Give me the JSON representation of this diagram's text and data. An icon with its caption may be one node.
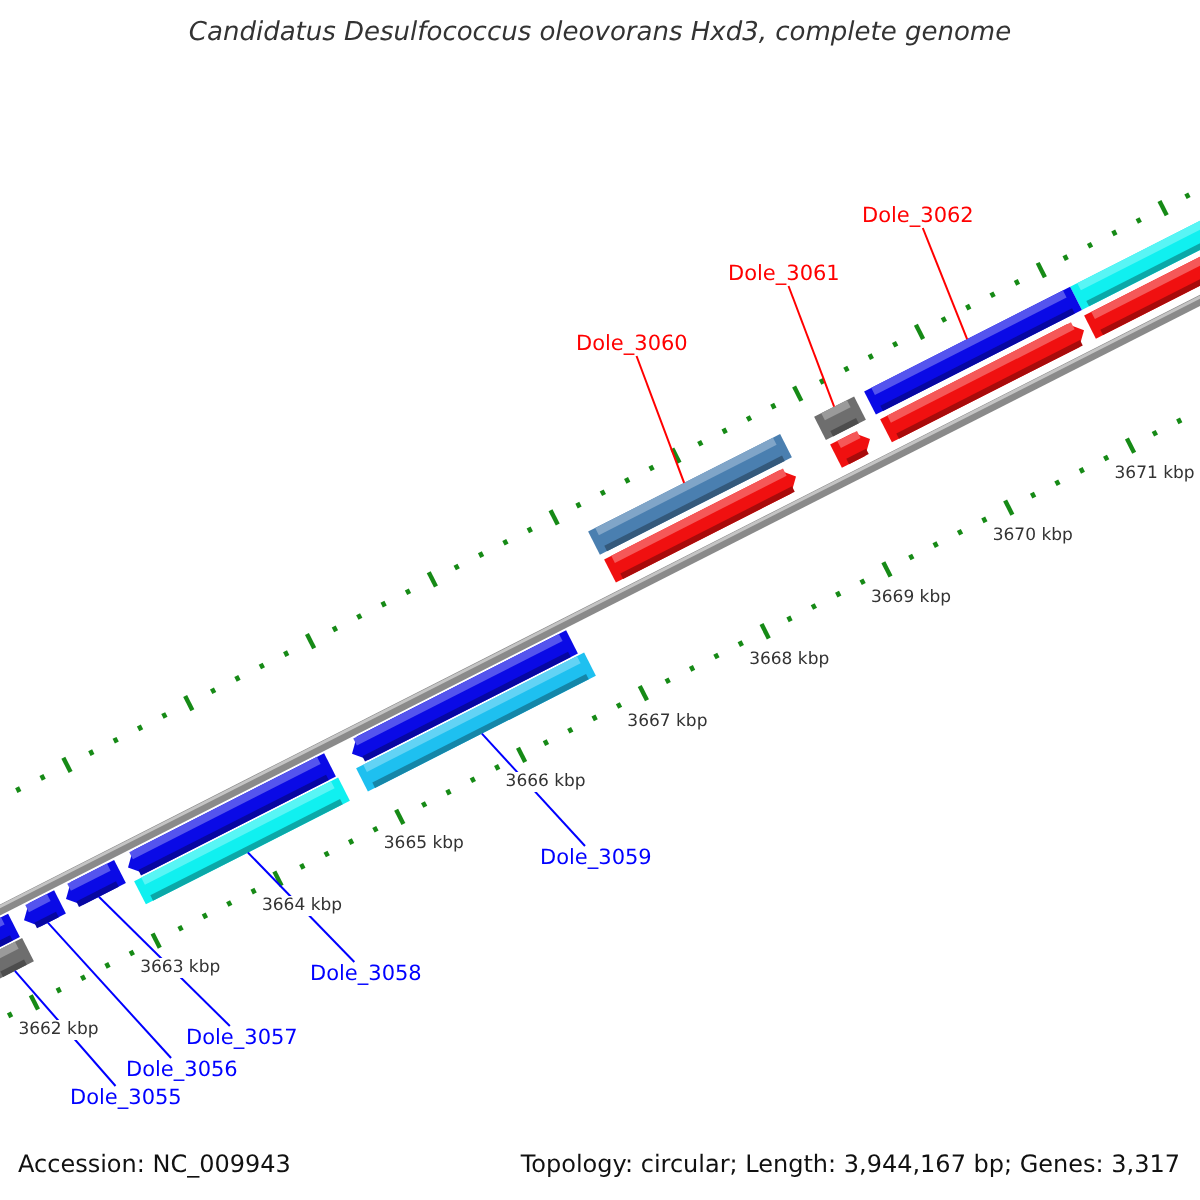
{
  "diagram": {
    "title": "Candidatus Desulfococcus oleovorans Hxd3, complete genome",
    "nodes": [
      {
        "text": [
          "Dole_3055"
        ]
      },
      {
        "text": [
          "Dole_3056"
        ]
      },
      {
        "text": [
          "Dole_3057"
        ]
      },
      {
        "text": [
          "Dole_3058"
        ]
      },
      {
        "text": [
          "Dole_3059"
        ]
      },
      {
        "text": [
          "Dole_3060"
        ]
      },
      {
        "text": [
          "Dole_3061"
        ]
      },
      {
        "text": [
          "Dole_3062"
        ]
      },
      {
        "text": [],
        "shape": "bar"
      },
      {
        "text": [],
        "shape": "bar"
      },
      {
        "text": [],
        "shape": "bar"
      },
      {
        "text": [],
        "shape": "bar"
      },
      {
        "text": [],
        "shape": "bar"
      },
      {
        "text": [],
        "shape": "bar"
      },
      {
        "text": [],
        "shape": "bar"
      },
      {
        "text": [],
        "shape": "bar"
      }
    ],
    "edges": [
      {
        "from": 0,
        "to": 8,
        "arrow": "none"
      },
      {
        "from": 1,
        "to": 9,
        "arrow": "none"
      },
      {
        "from": 2,
        "to": 10,
        "arrow": "none"
      },
      {
        "from": 3,
        "to": 11,
        "arrow": "none"
      },
      {
        "from": 4,
        "to": 12,
        "arrow": "none"
      },
      {
        "from": 5,
        "to": 13,
        "arrow": "none",
        "color": "#ff0000"
      },
      {
        "from": 6,
        "to": 14,
        "arrow": "none",
        "color": "#ff0000"
      },
      {
        "from": 7,
        "to": 15,
        "arrow": "none",
        "color": "#ff0000"
      }
    ],
    "labels": [
      "3662 kbp",
      "3663 kbp",
      "3664 kbp",
      "3665 kbp",
      "3666 kbp",
      "3667 kbp",
      "3668 kbp",
      "3669 kbp",
      "3670 kbp",
      "3671 kbp",
      "Accession: NC_009943",
      "Topology: circular; Length: 3,944,167 bp; Genes: 3,317"
    ]
  }
}
